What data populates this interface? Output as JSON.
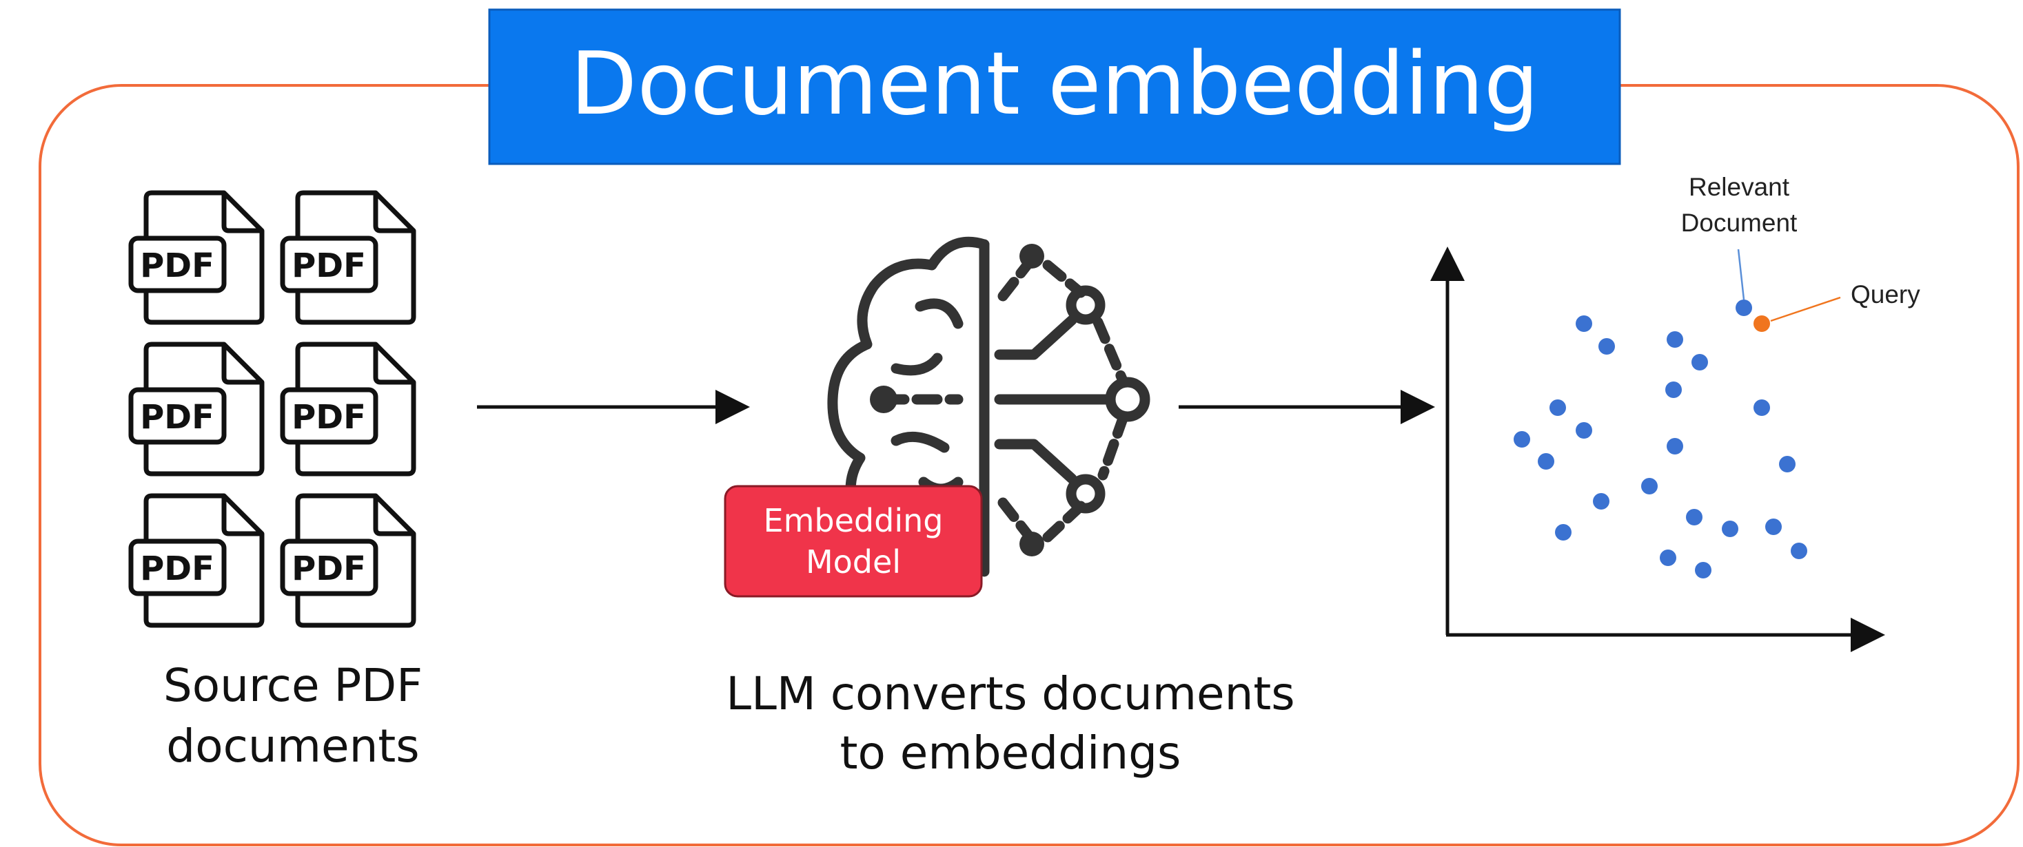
{
  "title": "Document embedding",
  "sources": {
    "file_label": "PDF",
    "file_count": 6,
    "caption_line1": "Source PDF",
    "caption_line2": "documents"
  },
  "model": {
    "label_line1": "Embedding",
    "label_line2": "Model",
    "caption_line1": "LLM converts documents",
    "caption_line2": "to embeddings"
  },
  "plot": {
    "relevant_label_line1": "Relevant",
    "relevant_label_line2": "Document",
    "query_label": "Query"
  },
  "colors": {
    "frame": "#f26b3a",
    "title_bg": "#0a78ee",
    "model_bg": "#f0344a",
    "point": "#3b72d1",
    "query": "#f0751e"
  },
  "icons": {
    "file": "pdf-file-icon",
    "model": "brain-circuit-icon",
    "arrow": "right-arrow-icon"
  }
}
